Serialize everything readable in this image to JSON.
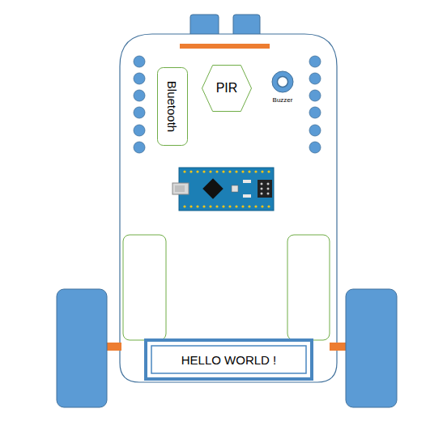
{
  "diagram": {
    "nodes": [
      {
        "text": [
          "Bluetooth"
        ]
      },
      {
        "text": [
          "PIR"
        ]
      },
      {
        "text": [
          "HELLO WORLD !"
        ]
      }
    ],
    "labels": [
      "Buzzer"
    ]
  }
}
